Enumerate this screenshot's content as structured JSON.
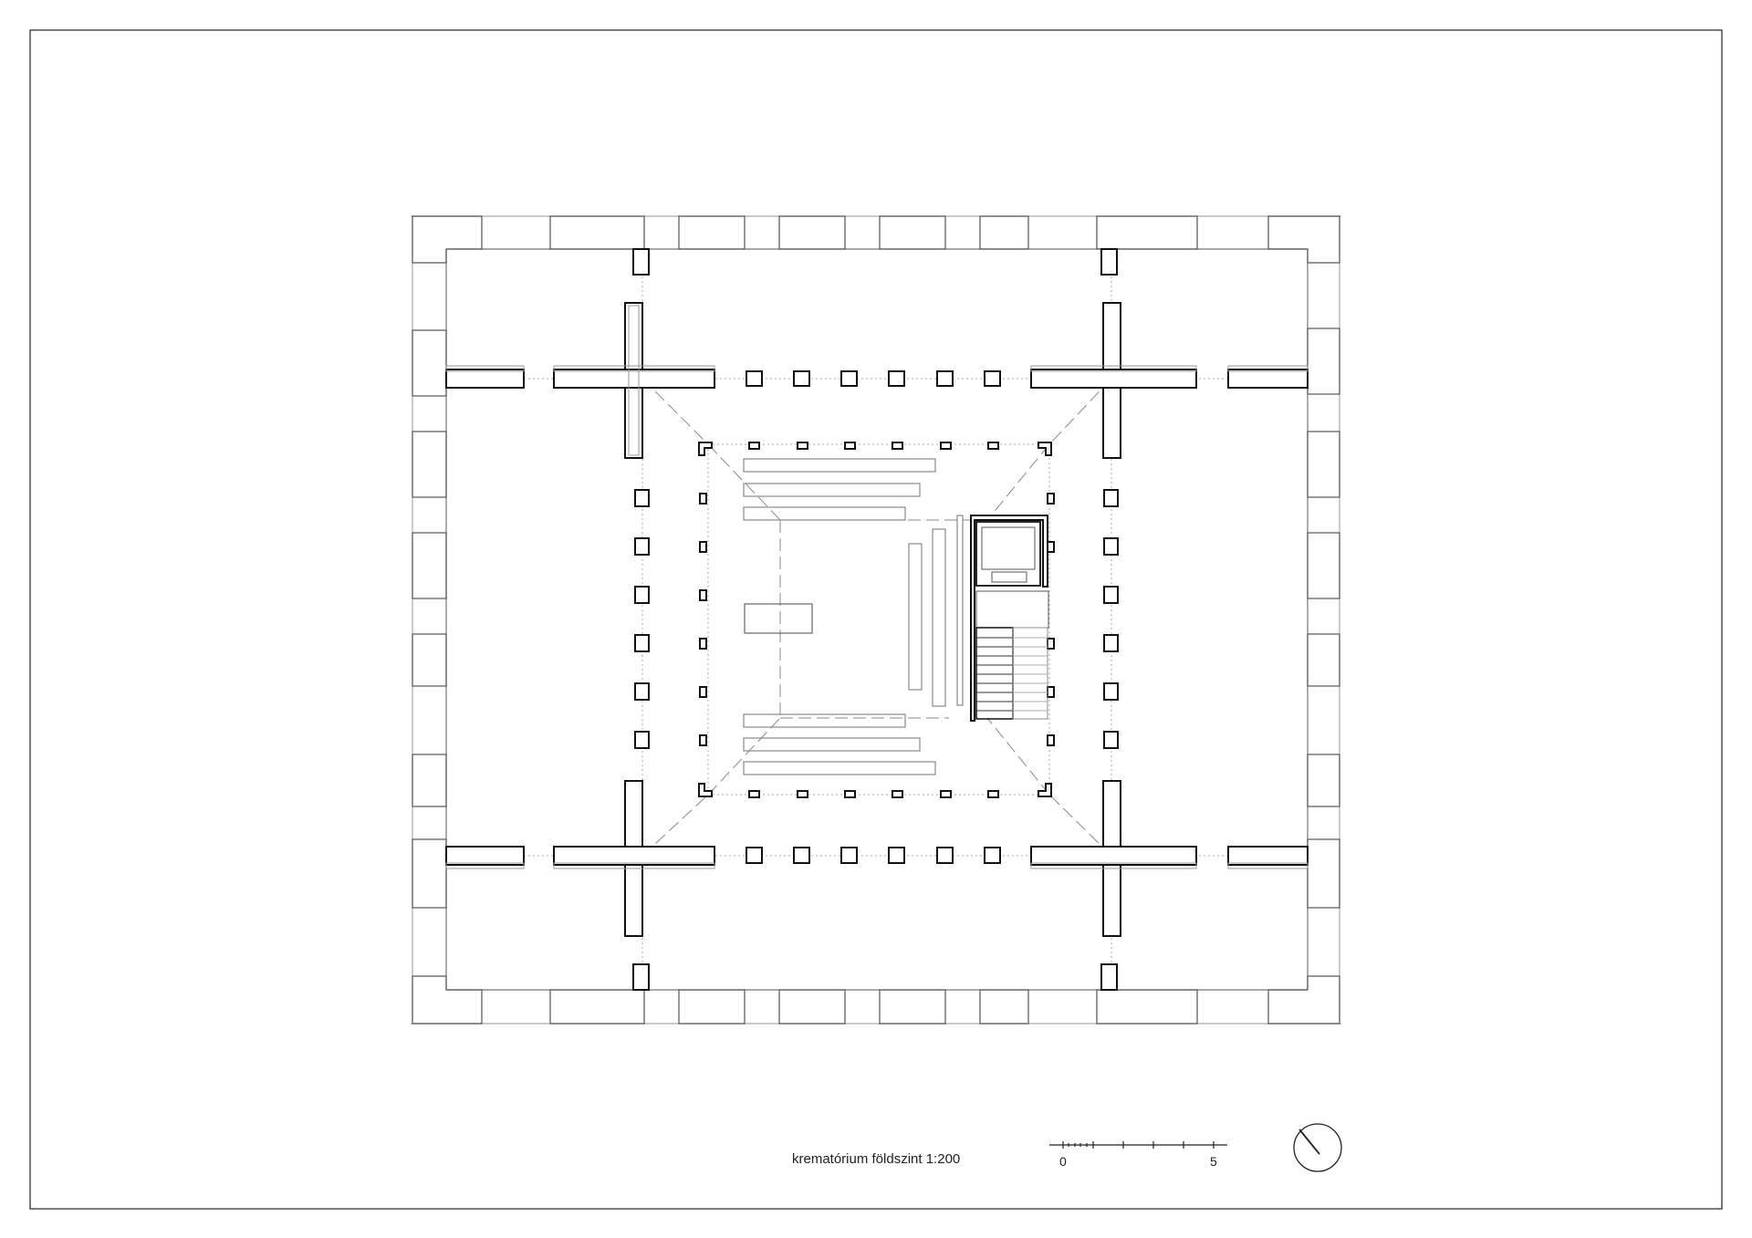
{
  "drawing": {
    "caption": "krematórium földszint 1:200",
    "scale_bar": {
      "start_label": "0",
      "end_label": "5"
    },
    "north_arrow": "north-arrow-icon",
    "colors": {
      "ink": "#111111",
      "light": "#9a9a9a",
      "frame": "#333333"
    }
  }
}
